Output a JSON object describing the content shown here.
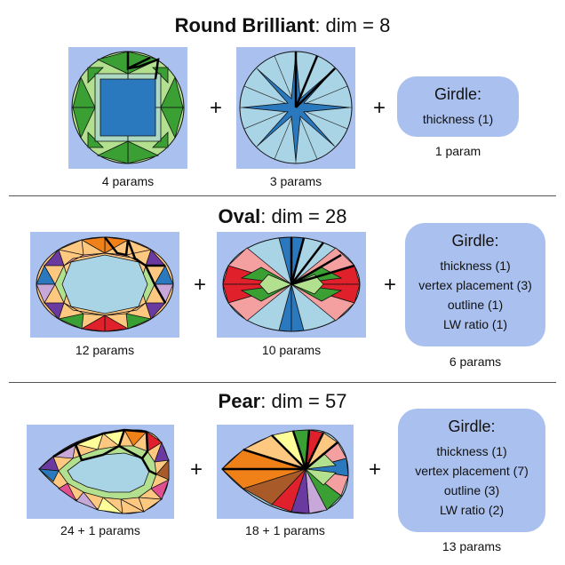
{
  "sections": [
    {
      "name": "Round Brilliant",
      "dim_text": ": dim = 8",
      "crown_caption": "4 params",
      "pavilion_caption": "3 params",
      "girdle": {
        "title": "Girdle:",
        "lines": [
          "thickness (1)"
        ],
        "caption": "1 param"
      }
    },
    {
      "name": "Oval",
      "dim_text": ": dim = 28",
      "crown_caption": "12 params",
      "pavilion_caption": "10 params",
      "girdle": {
        "title": "Girdle:",
        "lines": [
          "thickness (1)",
          "vertex placement (3)",
          "outline (1)",
          "LW ratio (1)"
        ],
        "caption": "6 params"
      }
    },
    {
      "name": "Pear",
      "dim_text": ": dim = 57",
      "crown_caption": "24 + 1  params",
      "pavilion_caption": "18 + 1  params",
      "girdle": {
        "title": "Girdle:",
        "lines": [
          "thickness (1)",
          "vertex placement (7)",
          "outline (3)",
          "LW ratio (2)"
        ],
        "caption": "13  params"
      }
    }
  ],
  "plus_sign": "+",
  "colors": {
    "panel_bg": "#aac0ef",
    "girdle_bg": "#aac0ef",
    "table_blue": "#2a78bd",
    "pale_blue": "#a8d4e6",
    "green_dark": "#3aa034",
    "green_light": "#b3e08f",
    "red": "#e0202a",
    "pink": "#f4a0a0",
    "orange": "#f08018",
    "peach": "#ffc880",
    "yellow": "#ffff99",
    "purple": "#6a3aa0",
    "lavender": "#c8a8d8",
    "brown": "#a85a28",
    "magenta": "#e05090"
  }
}
